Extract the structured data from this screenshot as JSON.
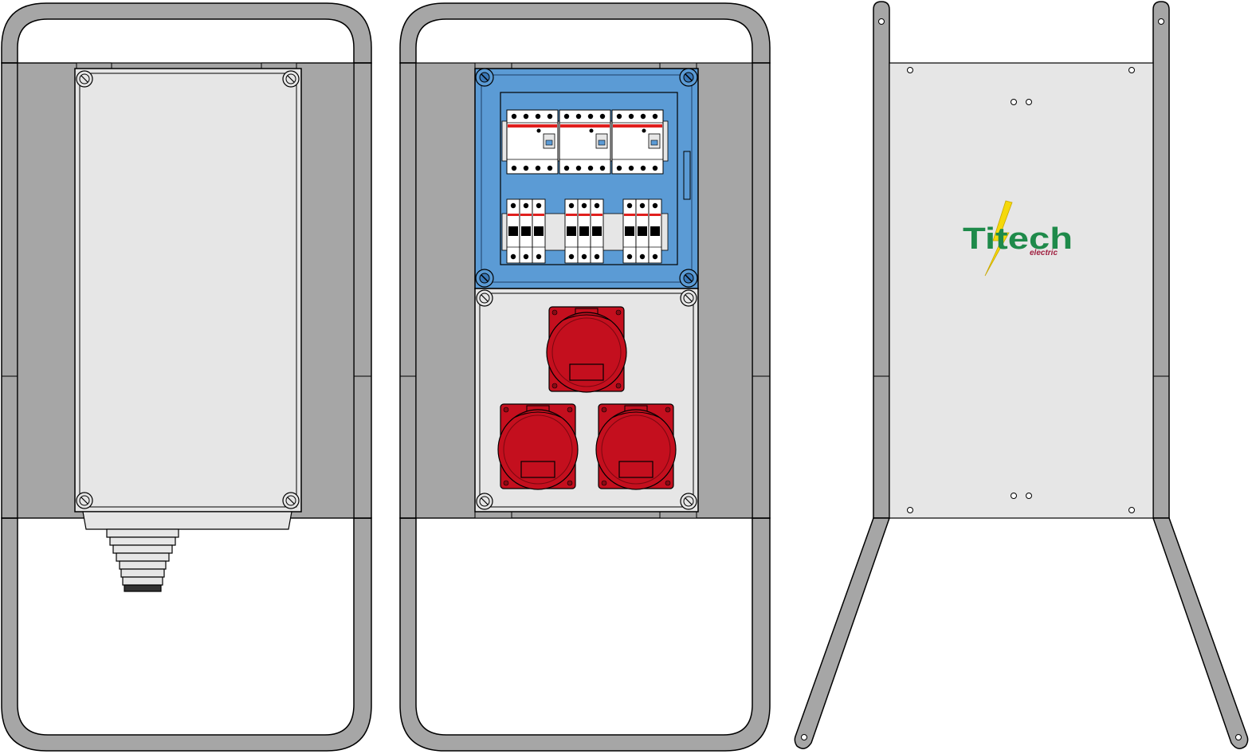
{
  "logo": {
    "brand": "Titech",
    "tagline": "electric",
    "brand_color": "#1e8a4a",
    "tagline_color": "#a02040",
    "bolt_color": "#f5d90a"
  },
  "colors": {
    "frame": "#a6a6a6",
    "panel": "#e6e6e6",
    "outline": "#000000",
    "breaker_box": "#5b9bd5",
    "socket": "#c40f1e",
    "breaker_stripe": "#e0201e"
  },
  "views": [
    {
      "name": "back-view",
      "icons": [
        "frame-icon",
        "enclosure-icon",
        "cable-gland-icon"
      ]
    },
    {
      "name": "front-view",
      "icons": [
        "frame-icon",
        "breaker-box-icon",
        "socket-icon"
      ],
      "rcd_count": 3,
      "mcb_groups": 3,
      "mcb_per_group": 3,
      "sockets": 3
    },
    {
      "name": "side-view",
      "icons": [
        "stand-icon",
        "mounting-plate-icon",
        "logo-icon"
      ]
    }
  ]
}
